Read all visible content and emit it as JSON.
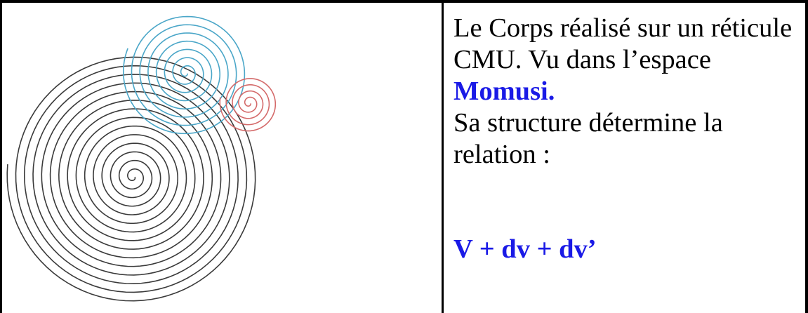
{
  "document": {
    "text_lines": [
      "Le Corps réalisé sur un réticule",
      "CMU.  Vu dans l’espace",
      "Momusi.",
      "Sa structure détermine la",
      "relation :",
      "V + dv + dv’"
    ],
    "accent_color": "#1a1ae6"
  },
  "figure": {
    "icon": "spiral-drawing",
    "spiral_colors": {
      "large": "#3a3a3a",
      "medium": "#4aa6c8",
      "small": "#d46a6a"
    }
  }
}
